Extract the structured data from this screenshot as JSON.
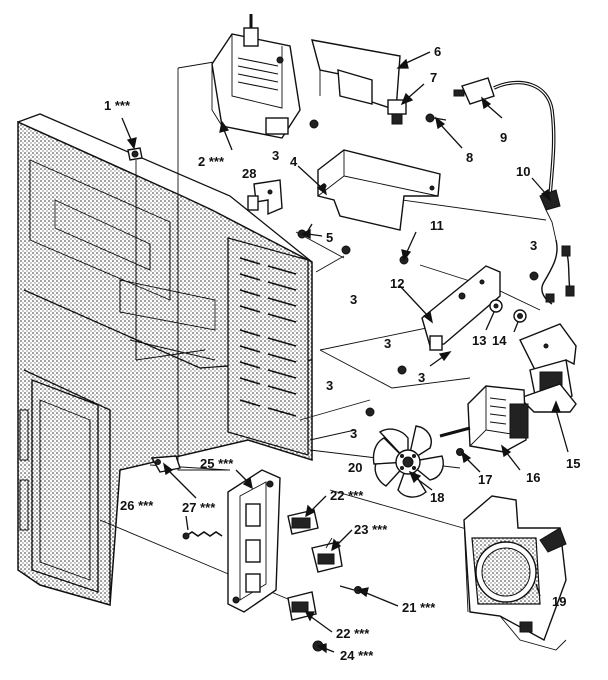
{
  "callouts": {
    "c1": "1 ***",
    "c2": "2 ***",
    "c3a": "3",
    "c3b": "3",
    "c3c": "3",
    "c3d": "3",
    "c3e": "3",
    "c3f": "3",
    "c3g": "3",
    "c4": "4",
    "c5": "5",
    "c6": "6",
    "c7": "7",
    "c8": "8",
    "c9": "9",
    "c10": "10",
    "c11": "11",
    "c12": "12",
    "c13": "13",
    "c14": "14",
    "c15": "15",
    "c16": "16",
    "c17": "17",
    "c18": "18",
    "c19": "19",
    "c20": "20",
    "c21": "21 ***",
    "c22a": "22 ***",
    "c22b": "22 ***",
    "c23": "23 ***",
    "c24": "24 ***",
    "c25": "25 ***",
    "c26": "26 ***",
    "c27": "27 ***",
    "c28": "28"
  }
}
